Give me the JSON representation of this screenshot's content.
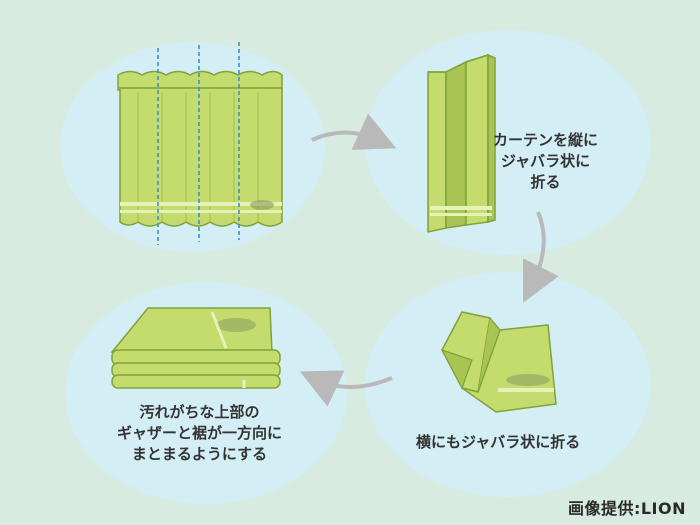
{
  "steps": [
    {
      "id": "step1",
      "text_lines": []
    },
    {
      "id": "step2",
      "text_lines": [
        "カーテンを縦に",
        "ジャバラ状に",
        "折る"
      ]
    },
    {
      "id": "step3",
      "text_lines": [
        "横にもジャバラ状に折る"
      ]
    },
    {
      "id": "step4",
      "text_lines": [
        "汚れがちな上部の",
        "ギャザーと裾が一方向に",
        "まとまるようにする"
      ]
    }
  ],
  "credit": "画像提供:LION",
  "colors": {
    "background": "#d7ebe1",
    "circle": "#d3eef5",
    "curtain_fill": "#c4dc6e",
    "curtain_dark": "#a8c453",
    "curtain_stroke": "#7fa23a",
    "stripe_light": "#e6f2b8",
    "fold_line": "#3a8fd1",
    "arrow": "#b9b9b9",
    "stain": "#8c9a5e"
  },
  "icons": [
    "curtain-hanging-illustration",
    "curtain-pleated-illustration",
    "curtain-zigzag-illustration",
    "curtain-folded-stack-illustration",
    "arrow-right-icon",
    "arrow-down-icon",
    "arrow-left-icon"
  ]
}
